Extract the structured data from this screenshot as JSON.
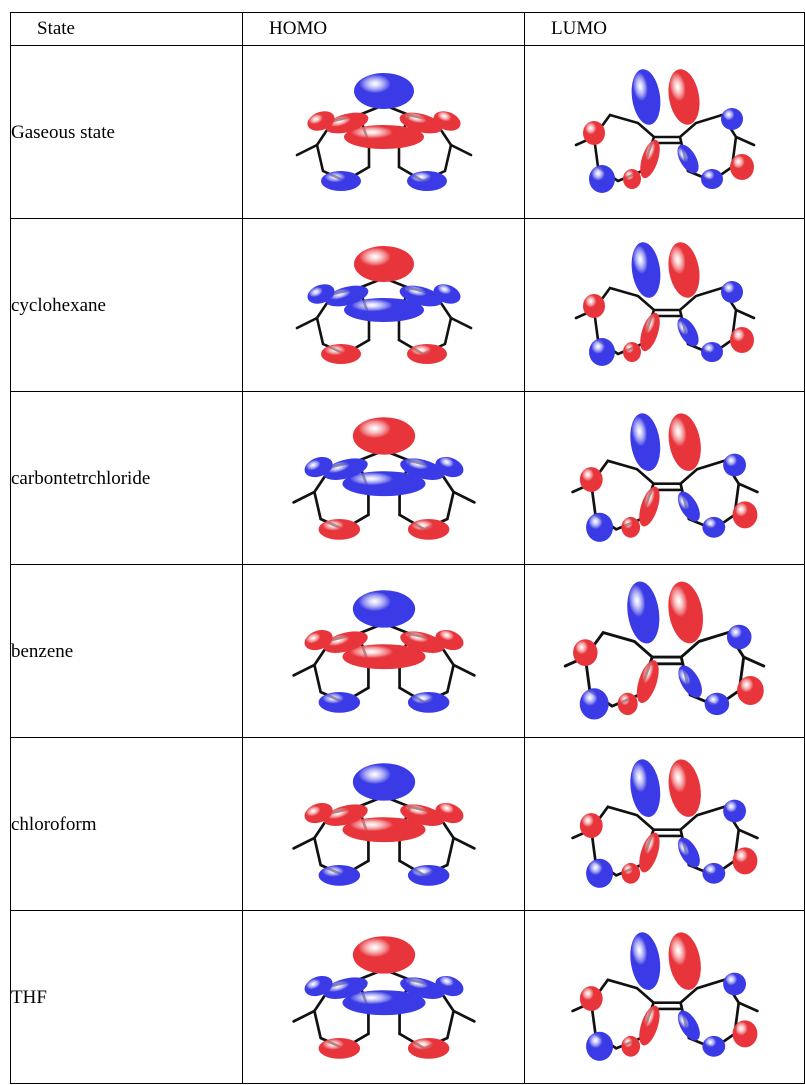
{
  "table": {
    "headers": [
      "State",
      "HOMO",
      "LUMO"
    ],
    "rows": [
      {
        "state": "Gaseous state",
        "homo_top": "blue",
        "lumo_variant": "small"
      },
      {
        "state": "cyclohexane",
        "homo_top": "red",
        "lumo_variant": "large"
      },
      {
        "state": "carbontetrchloride",
        "homo_top": "red",
        "lumo_variant": "large"
      },
      {
        "state": "benzene",
        "homo_top": "blue",
        "lumo_variant": "large"
      },
      {
        "state": "chloroform",
        "homo_top": "blue",
        "lumo_variant": "large"
      },
      {
        "state": "THF",
        "homo_top": "red",
        "lumo_variant": "large"
      }
    ]
  },
  "colors": {
    "lobe_red": "#e8353b",
    "lobe_blue": "#3a3ae6",
    "bond": "#111111"
  }
}
